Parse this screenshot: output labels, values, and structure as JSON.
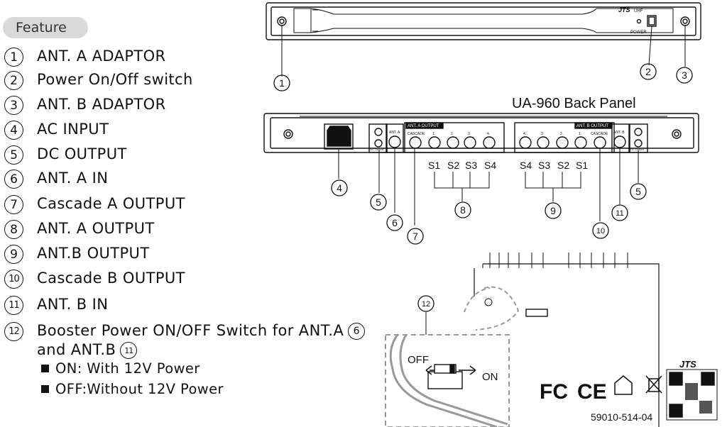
{
  "feature_title": "Feature",
  "features": [
    {
      "num": "1",
      "label": "ANT. A ADAPTOR"
    },
    {
      "num": "2",
      "label": "Power On/Off switch"
    },
    {
      "num": "3",
      "label": "ANT. B ADAPTOR"
    },
    {
      "num": "4",
      "label": "AC INPUT"
    },
    {
      "num": "5",
      "label": "DC OUTPUT"
    },
    {
      "num": "6",
      "label": "ANT. A IN"
    },
    {
      "num": "7",
      "label": "Cascade A OUTPUT"
    },
    {
      "num": "8",
      "label": "ANT. A OUTPUT"
    },
    {
      "num": "9",
      "label": "ANT.B OUTPUT"
    },
    {
      "num": "10",
      "label": "Cascade B OUTPUT"
    },
    {
      "num": "11",
      "label": "ANT. B IN"
    },
    {
      "num": "12",
      "label_line1": "Booster Power ON/OFF Switch for ANT.A",
      "ref1": "6",
      "label_line2": "and ANT.B",
      "ref2": "11"
    }
  ],
  "switch_notes": [
    {
      "label": "ON: With 12V Power"
    },
    {
      "label": "OFF:Without 12V Power"
    }
  ],
  "front_panel": {
    "brand": "JTS",
    "band": "UHF",
    "power_label": "POWER"
  },
  "back_panel": {
    "title": "UA-960 Back Panel",
    "ant_a_output": "ANT. A OUTPUT",
    "ant_b_output": "ANT. B OUTPUT",
    "cascade": "CASCADE",
    "ant_a": "ANT. A",
    "ant_b": "ANT. B",
    "dc_output": "DC Output",
    "a_ports": [
      "1.",
      "2.",
      "3.",
      "4."
    ],
    "b_ports": [
      "4.",
      "3.",
      "2.",
      "1."
    ],
    "a_switches": [
      "S1",
      "S2",
      "S3",
      "S4"
    ],
    "b_switches": [
      "S4",
      "S3",
      "S2",
      "S1"
    ]
  },
  "callouts": [
    "1",
    "2",
    "3",
    "4",
    "5",
    "5",
    "6",
    "7",
    "8",
    "9",
    "10",
    "11",
    "12"
  ],
  "switch_detail": {
    "off": "OFF",
    "on": "ON"
  },
  "certifications": {
    "brand": "JTS",
    "part_number": "59010-514-04"
  }
}
